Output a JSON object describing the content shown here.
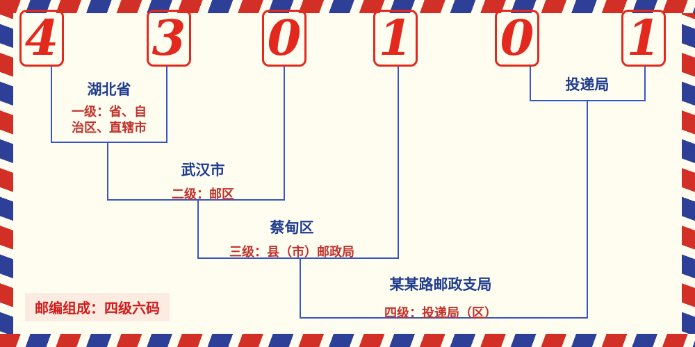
{
  "diagram": {
    "postal_code_digits": [
      "4",
      "3",
      "0",
      "1",
      "0",
      "1"
    ],
    "levels": {
      "level1": {
        "name": "湖北省",
        "desc": "一级：省、自治区、直辖市"
      },
      "level2": {
        "name": "武汉市",
        "desc": "二级：邮区"
      },
      "level3": {
        "name": "蔡甸区",
        "desc": "三级：县（市）邮政局"
      },
      "level4": {
        "name": "某某路邮政支局",
        "desc": "四级：投递局（区）"
      },
      "delivery": {
        "name": "投递局"
      }
    },
    "footer_note": "邮编组成：四级六码",
    "colors": {
      "digit_red": "#e3281e",
      "connector_blue": "#3656c4",
      "label_name_blue": "#1f3c8f",
      "label_desc_red": "#c0302a",
      "stripe_red": "#d22f27",
      "stripe_blue": "#2d3f96",
      "background": "#fffdf0",
      "footer_bg": "#fcebe0",
      "footer_text": "#d11a1a"
    }
  }
}
